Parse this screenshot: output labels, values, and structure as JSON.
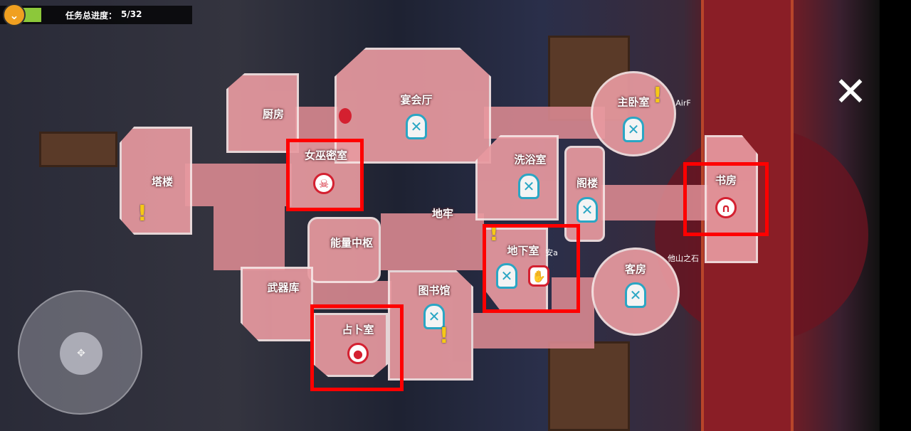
{
  "hud": {
    "progress_label": "任务总进度：",
    "progress_value": "5/32",
    "progress_done": 5,
    "progress_total": 32
  },
  "rooms": {
    "tower": "塔楼",
    "kitchen": "厨房",
    "witch": "女巫密室",
    "banquet": "宴会厅",
    "dungeon": "地牢",
    "bath": "洗浴室",
    "attic": "阁楼",
    "master": "主卧室",
    "study": "书房",
    "energy": "能量中枢",
    "armory": "武器库",
    "library": "图书馆",
    "basement": "地下室",
    "guest": "客房",
    "divination": "占卜室"
  },
  "players": [
    "安a",
    "他山之石",
    "AirF"
  ],
  "icons": {
    "task": "✕",
    "close": "✕"
  },
  "colors": {
    "room": "#e89aa0",
    "highlight": "#ff0000",
    "task": "#2aa6c4"
  }
}
